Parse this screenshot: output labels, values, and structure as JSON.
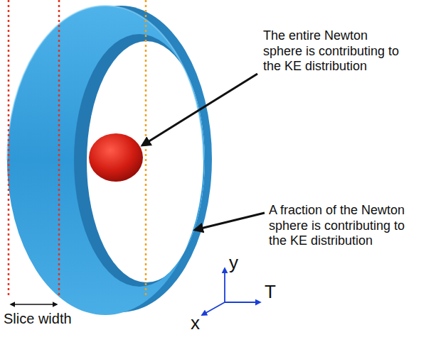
{
  "diagram": {
    "labels": [
      "The entire Newton sphere is contributing to the KE distribution",
      "A fraction of the Newton sphere is contributing to the KE distribution",
      "Slice width",
      "y",
      "T",
      "x"
    ]
  }
}
